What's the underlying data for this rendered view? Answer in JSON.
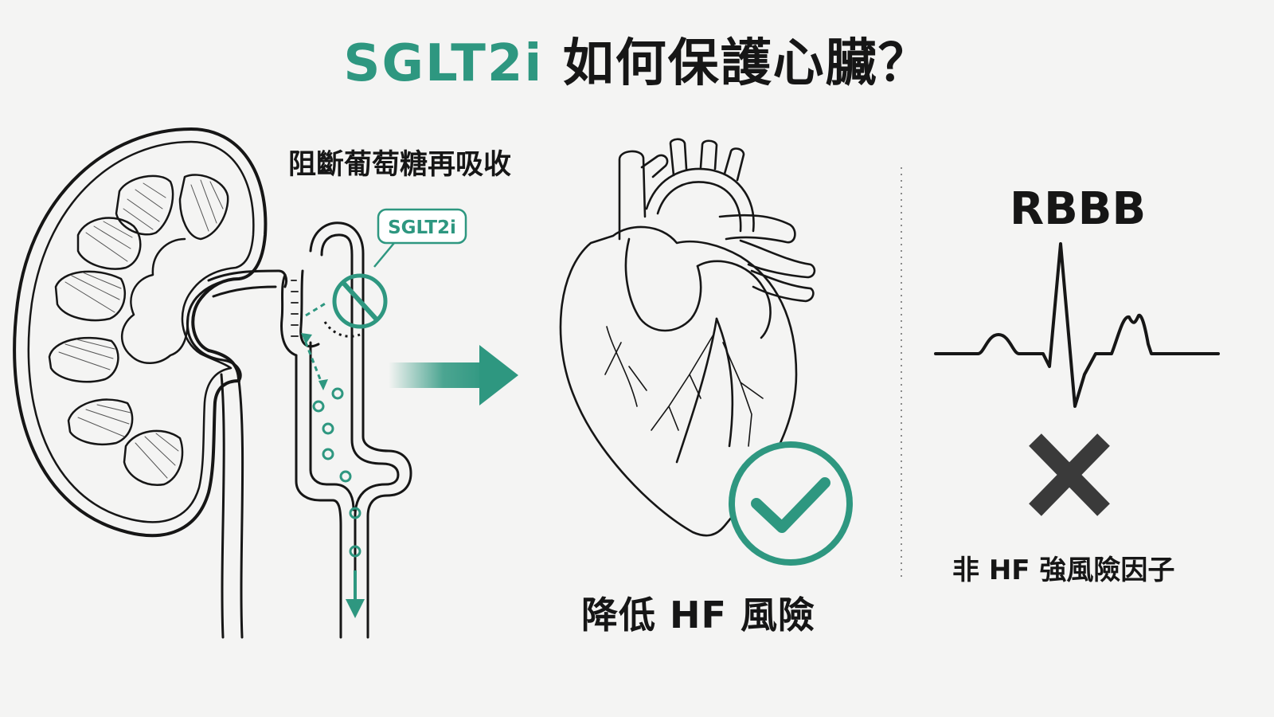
{
  "title": {
    "accent": "SGLT2i",
    "rest": " 如何保護心臟？"
  },
  "kidney": {
    "block_label": "阻斷葡萄糖再吸收",
    "drug_bubble": "SGLT2i"
  },
  "heart": {
    "label": "降低 HF 風險"
  },
  "rbbb": {
    "title": "RBBB",
    "label": "非 HF 強風險因子"
  },
  "colors": {
    "accent": "#2e9780",
    "ink": "#161616",
    "cross": "#3a3a3a",
    "background": "#f4f4f3"
  },
  "icons": [
    "kidney-illustration",
    "nephron-tubule",
    "prohibit-icon",
    "flow-arrow-icon",
    "heart-illustration",
    "check-icon",
    "ecg-waveform",
    "cross-icon"
  ]
}
